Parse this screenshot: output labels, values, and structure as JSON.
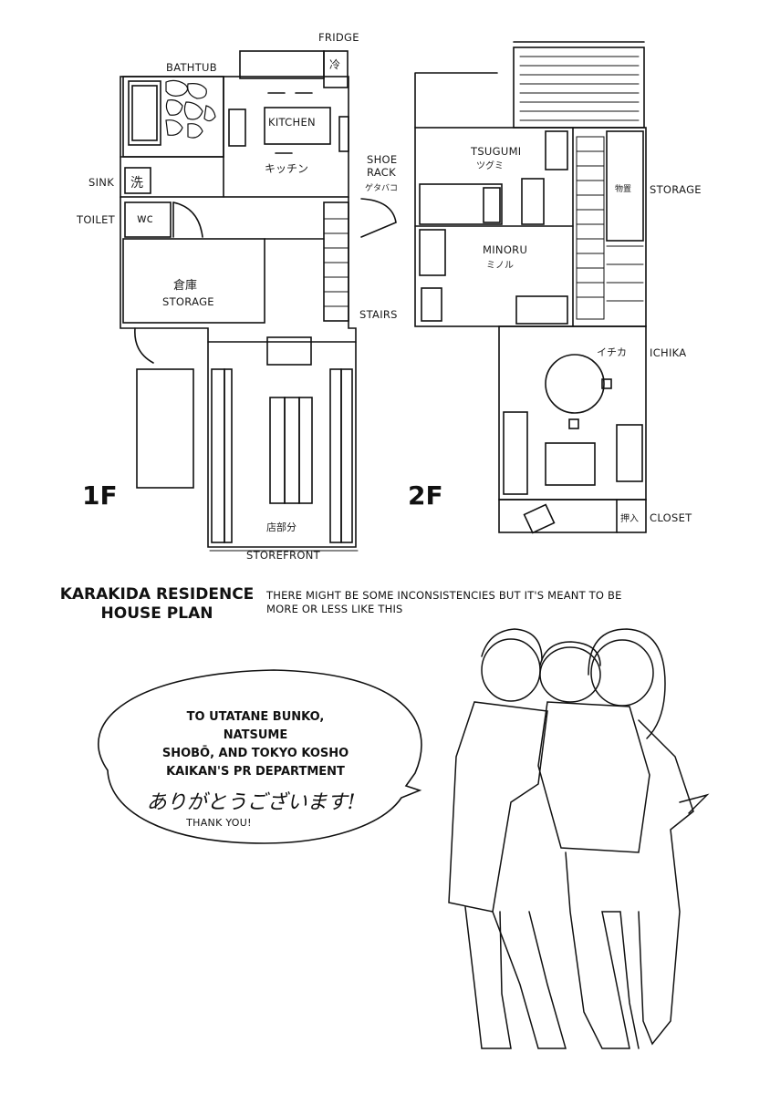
{
  "floor1": {
    "label": "1F",
    "rooms": {
      "fridge": "FRIDGE",
      "fridge_jp": "冷",
      "bathtub": "BATHTUB",
      "kitchen": "KITCHEN",
      "kitchen_jp": "キッチン",
      "shoe_rack": "SHOE RACK",
      "shoe_rack_jp": "ゲタバコ",
      "sink": "SINK",
      "sink_jp": "洗",
      "toilet": "TOILET",
      "wc": "wc",
      "storage": "STORAGE",
      "storage_jp": "倉庫",
      "stairs": "STAIRS",
      "store_jp": "店部分",
      "storefront": "STOREFRONT"
    }
  },
  "floor2": {
    "label": "2F",
    "rooms": {
      "tsugumi": "TSUGUMI",
      "tsugumi_jp": "ツグミ",
      "minoru": "MINORU",
      "minoru_jp": "ミノル",
      "storage": "STORAGE",
      "storage_jp": "物置",
      "ichika": "ICHIKA",
      "ichika_jp": "イチカ",
      "closet": "CLOSET",
      "closet_jp": "押入"
    }
  },
  "title": {
    "line1": "KARAKIDA RESIDENCE",
    "line2": "HOUSE PLAN"
  },
  "note": "THERE MIGHT BE SOME INCONSISTENCIES BUT IT'S MEANT TO BE MORE OR LESS LIKE THIS",
  "bubble": {
    "line1": "TO UTATANE BUNKO, NATSUME",
    "line2": "SHOBŌ, AND TOKYO KOSHO",
    "line3": "KAIKAN'S PR DEPARTMENT",
    "japanese": "ありがとうございます!",
    "translation": "THANK YOU!"
  }
}
